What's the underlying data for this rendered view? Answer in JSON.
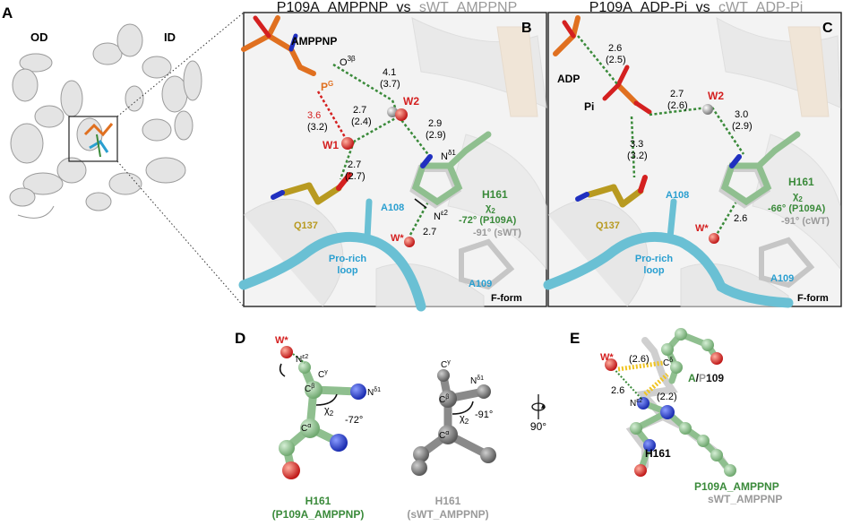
{
  "panel_letters": {
    "a": "A",
    "b": "B",
    "c": "C",
    "d": "D",
    "e": "E"
  },
  "titles": {
    "b_main": "P109A_AMPPNP",
    "b_vs": "vs",
    "b_ref": "sWT_AMPPNP",
    "c_main": "P109A_ADP-Pi",
    "c_vs": "vs",
    "c_ref": "cWT_ADP-Pi"
  },
  "panel_a": {
    "od": "OD",
    "id": "ID"
  },
  "panel_b": {
    "ligand": "AMPPNP",
    "o3b": "O",
    "o3b_sup": "3β",
    "pg": "P",
    "pg_sup": "G",
    "w1": "W1",
    "w2": "W2",
    "wstar": "W*",
    "d_36": "3.6",
    "d_32": "(3.2)",
    "d_41": "4.1",
    "d_37": "(3.7)",
    "d_27a": "2.7",
    "d_24": "(2.4)",
    "d_29": "2.9",
    "d_29b": "(2.9)",
    "d_27b": "2.7",
    "d_27c": "(2.7)",
    "d_27d": "2.7",
    "nd1": "N",
    "nd1_sup": "δ1",
    "ne2": "N",
    "ne2_sup": "ε2",
    "h161": "H161",
    "chi2": "χ",
    "chi2_sub": "2",
    "angle_mut": "-72° (P109A)",
    "angle_wt": "-91° (sWT)",
    "a108": "A108",
    "q137": "Q137",
    "loop1": "Pro-rich",
    "loop2": "loop",
    "a109": "A109",
    "fform": "F-form"
  },
  "panel_c": {
    "adp": "ADP",
    "pi": "Pi",
    "w2": "W2",
    "wstar": "W*",
    "d_26": "2.6",
    "d_25": "(2.5)",
    "d_27": "2.7",
    "d_26b": "(2.6)",
    "d_30": "3.0",
    "d_29": "(2.9)",
    "d_33": "3.3",
    "d_32": "(3.2)",
    "d_26c": "2.6",
    "h161": "H161",
    "chi2": "χ",
    "chi2_sub": "2",
    "angle_mut": "-66° (P109A)",
    "angle_wt": "-91° (cWT)",
    "a108": "A108",
    "q137": "Q137",
    "loop1": "Pro-rich",
    "loop2": "loop",
    "a109": "A109",
    "fform": "F-form"
  },
  "panel_d": {
    "wstar": "W*",
    "ne2": "N",
    "ne2_sup": "ε2",
    "cg": "C",
    "cg_sup": "γ",
    "cb": "C",
    "cb_sup": "β",
    "ca": "C",
    "ca_sup": "α",
    "nd1": "N",
    "nd1_sup": "δ1",
    "chi": "χ",
    "chi_sub": "2",
    "angle1": "-72°",
    "angle2": "-91°",
    "label_mut1": "H161",
    "label_mut2": "(P109A_AMPPNP)",
    "label_wt1": "H161",
    "label_wt2": "(sWT_AMPPNP)",
    "rotate": "90°"
  },
  "panel_e": {
    "wstar": "W*",
    "d1": "(2.6)",
    "d2": "(2.2)",
    "d3": "2.6",
    "cd": "C",
    "cd_sup": "δ",
    "ne2": "N",
    "ne2_sup": "ε2",
    "res_a": "A",
    "res_sep": "/",
    "res_p": "P",
    "res_num": "109",
    "h161": "H161",
    "leg1": "P109A_AMPPNP",
    "leg2": "sWT_AMPPNP"
  },
  "colors": {
    "green": "#3a8a3a",
    "red": "#d42020",
    "orange": "#e07020",
    "gray": "#8a8a8a",
    "cyan": "#2a9fd0",
    "gold": "#b89a20",
    "carbon_green": "#8fbf8f",
    "carbon_gray": "#8a8a8a"
  }
}
